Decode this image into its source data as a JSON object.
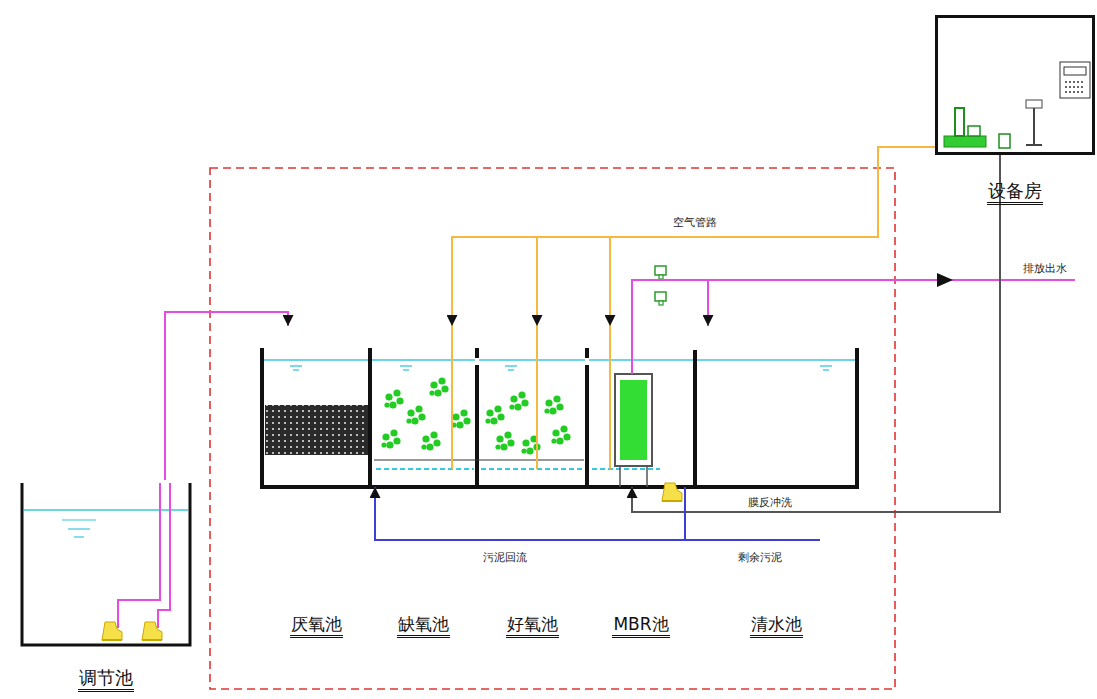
{
  "diagram": {
    "nodes": [
      {
        "text": [
          "调节池"
        ]
      },
      {
        "text": [
          "厌氧池"
        ]
      },
      {
        "text": [
          "缺氧池"
        ]
      },
      {
        "text": [
          "好氧池"
        ]
      },
      {
        "text": [
          "MBR池"
        ]
      },
      {
        "text": [
          "清水池"
        ]
      },
      {
        "text": [
          "设备房"
        ]
      }
    ],
    "edges": [
      {
        "from": 0,
        "to": 1,
        "arrow": "to"
      },
      {
        "from": 6,
        "to": 2,
        "label": "空气管路",
        "arrow": "to"
      },
      {
        "from": 6,
        "to": 3,
        "arrow": "to"
      },
      {
        "from": 6,
        "to": 4,
        "arrow": "to"
      },
      {
        "from": 6,
        "to": 4,
        "label": "膜反冲洗",
        "arrow": "to"
      },
      {
        "from": 4,
        "to": 5,
        "arrow": "to"
      },
      {
        "from": 4,
        "to": 2,
        "label": "污泥回流",
        "arrow": "to"
      }
    ],
    "labels": [
      "排放出水",
      "剩余污泥"
    ]
  }
}
